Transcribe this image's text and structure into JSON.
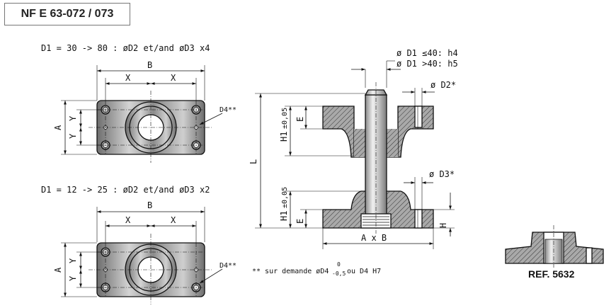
{
  "standard": {
    "label": "NF E 63-072 / 073"
  },
  "top_view_large": {
    "caption": "D1 = 30 -> 80 : øD2 et/and øD3  x4",
    "dim_b": "B",
    "dim_x": "X",
    "dim_a": "A",
    "dim_y": "Y",
    "hole_label": "D4**"
  },
  "top_view_small": {
    "caption": "D1 = 12 -> 25 : øD2 et/and øD3  x2",
    "dim_b": "B",
    "dim_x": "X",
    "dim_a": "A",
    "dim_y": "Y",
    "hole_label": "D4**"
  },
  "section_view": {
    "tol_line1": "ø D1 ≤40: h4",
    "tol_line2": "ø D1 >40: h5",
    "d2_label": "ø D2*",
    "d3_label": "ø D3*",
    "h1_label": "H1",
    "h1_tol": "±0,05",
    "e_label": "E",
    "l_label": "L",
    "h_label": "H",
    "axb_label": "A x B"
  },
  "footnote": {
    "prefix": "** sur demande øD4",
    "tol_upper": "0",
    "tol_lower": "-0,5",
    "suffix": " ou D4 H7"
  },
  "reference": {
    "label": "REF. 5632"
  },
  "colors": {
    "metal_dark": "#6e6e6e",
    "metal_light": "#d9d9d9",
    "hatch_bg": "#a9a9a9",
    "line": "#111111"
  }
}
